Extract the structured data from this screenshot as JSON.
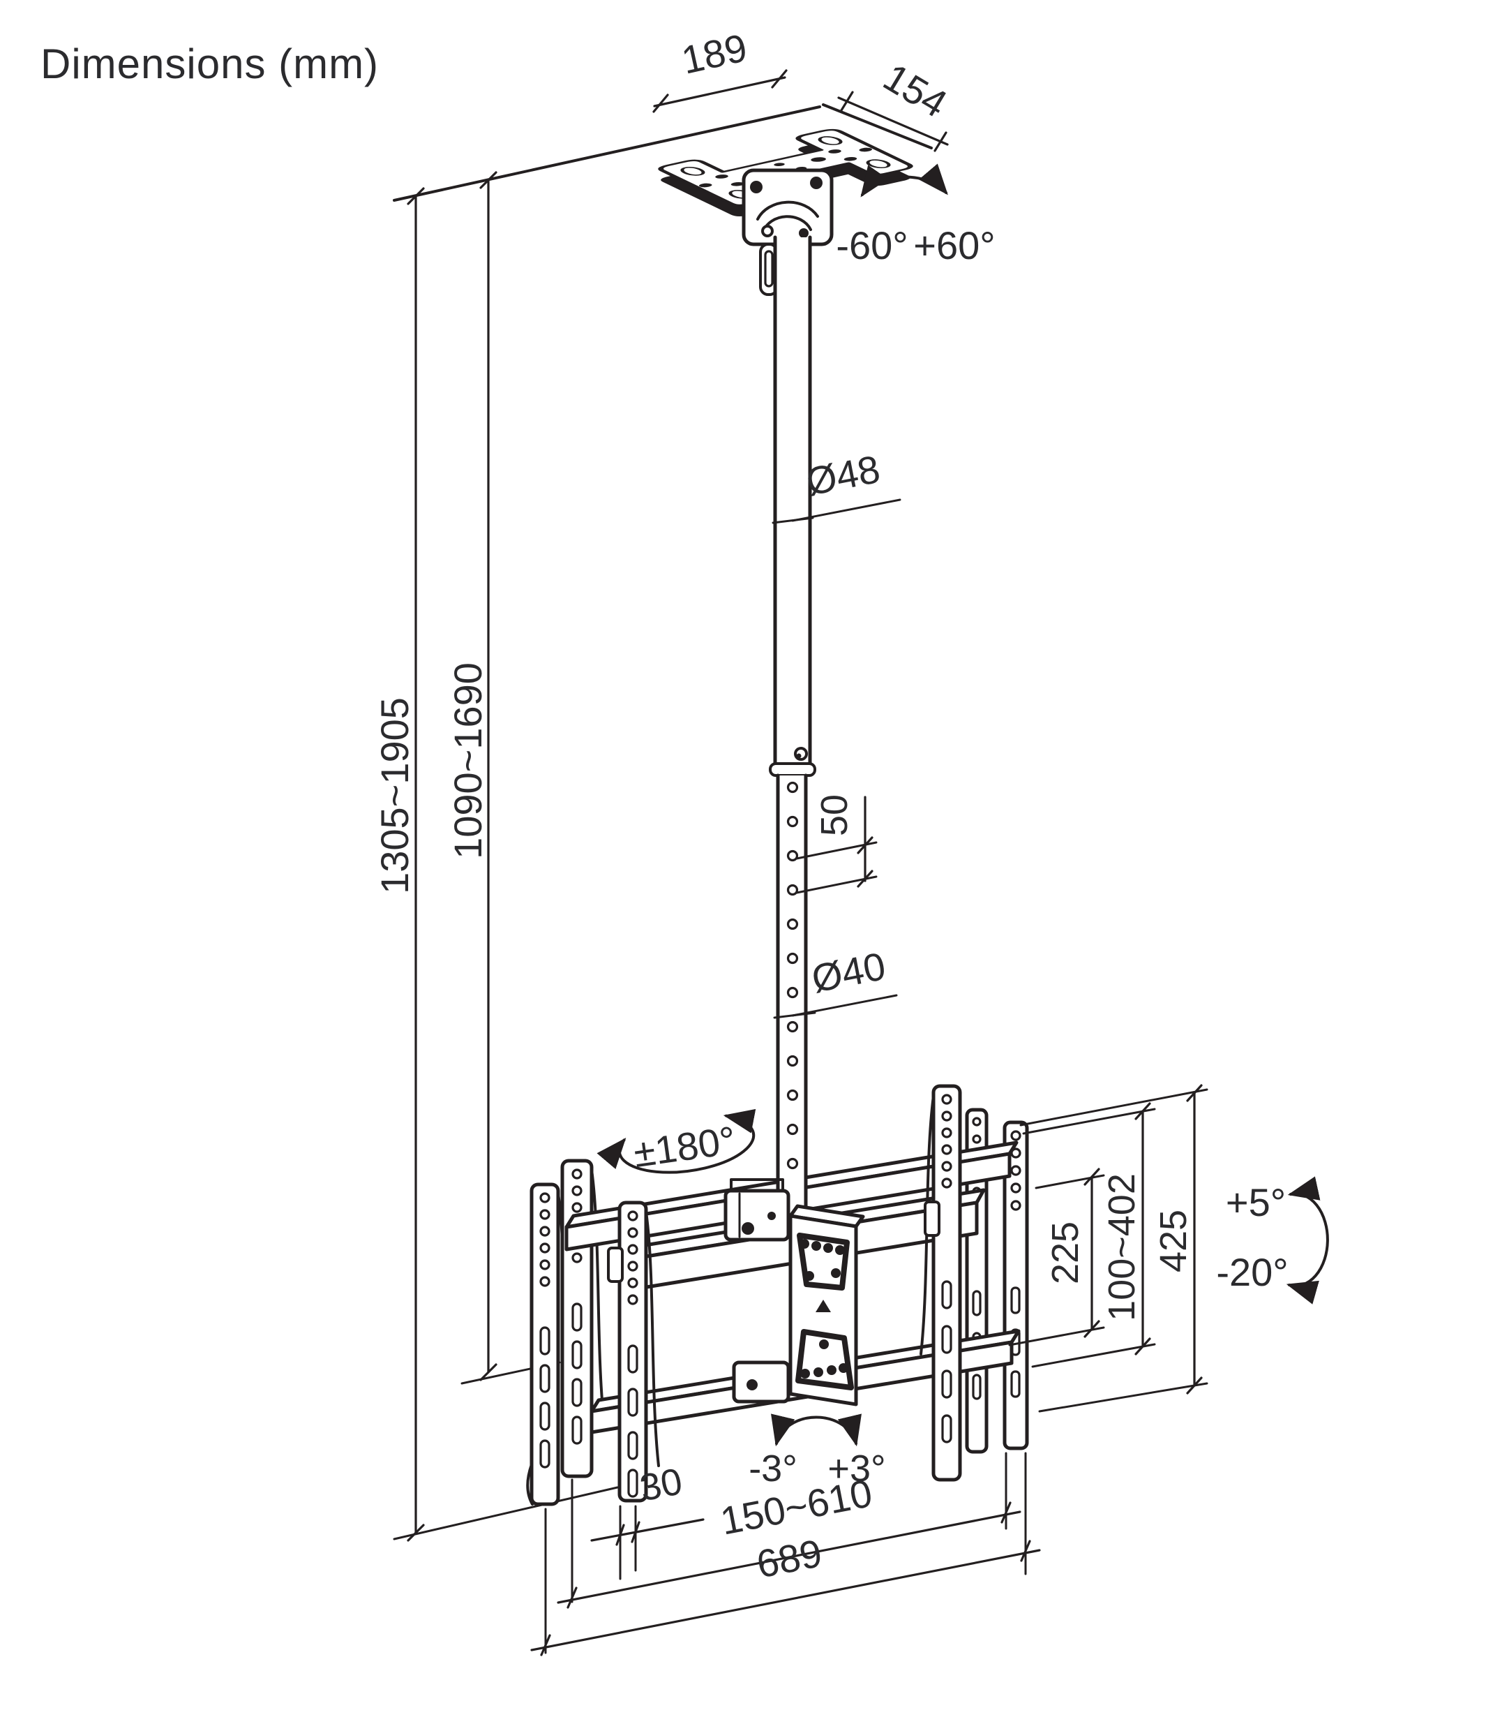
{
  "title": "Dimensions (mm)",
  "unit": "mm",
  "colors": {
    "line": "#231f20",
    "text": "#2b2b2e",
    "background": "#ffffff"
  },
  "labels": {
    "plate_width": "189",
    "plate_depth": "154",
    "swivel_neg": "-60°",
    "swivel_pos": "+60°",
    "upper_pole_diameter": "Ø48",
    "pole_hole_spacing": "50",
    "lower_pole_diameter": "Ø40",
    "overall_height_range": "1305~1905",
    "pole_height_range": "1090~1690",
    "rotation_range": "±180°",
    "bracket_gap": "225",
    "bracket_adjust_range": "100~402",
    "bracket_height": "425",
    "tilt_up": "+5°",
    "tilt_down": "-20°",
    "yaw_neg": "-3°",
    "yaw_pos": "+3°",
    "rail_depth": "30",
    "rail_span_range": "150~610",
    "overall_width": "689"
  }
}
